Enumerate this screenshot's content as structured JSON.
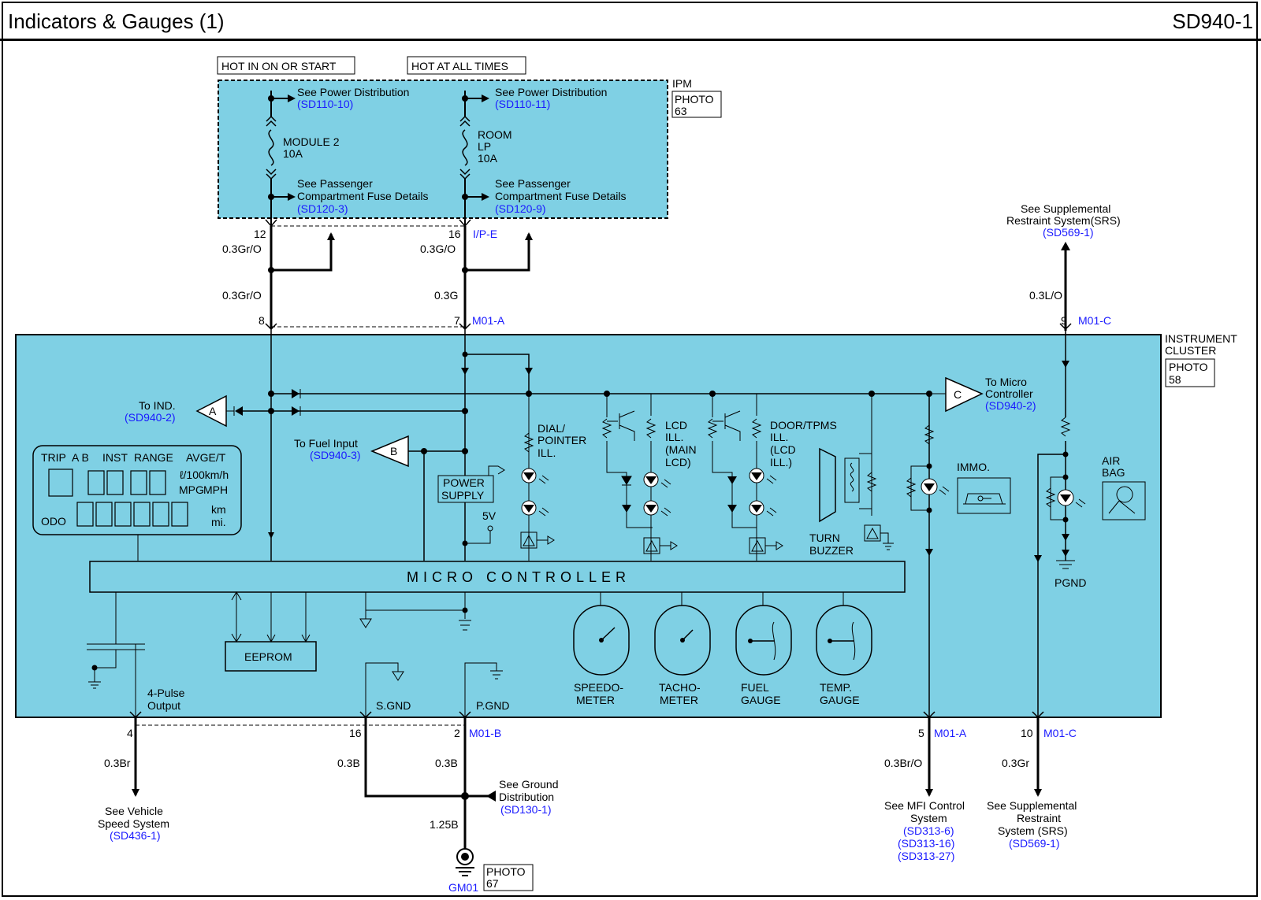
{
  "header": {
    "title": "Indicators & Gauges (1)",
    "code": "SD940-1"
  },
  "power_labels": {
    "hot_in_on": "HOT IN ON OR START",
    "hot_all": "HOT AT ALL TIMES"
  },
  "ipm": {
    "label": "IPM",
    "photo": "PHOTO",
    "photo_num": "63",
    "left": {
      "see_pd": "See Power Distribution",
      "pd_ref": "(SD110-10)",
      "fuse_name": "MODULE 2",
      "fuse_amp": "10A",
      "see_pc": "See Passenger",
      "pc2": "Compartment Fuse Details",
      "pc_ref": "(SD120-3)"
    },
    "right": {
      "see_pd": "See Power Distribution",
      "pd_ref": "(SD110-11)",
      "fuse_name": "ROOM",
      "fuse_name2": "LP",
      "fuse_amp": "10A",
      "see_pc": "See Passenger",
      "pc2": "Compartment Fuse Details",
      "pc_ref": "(SD120-9)"
    }
  },
  "connectors": {
    "pin12": "12",
    "pin16": "16",
    "ipe": "I/P-E",
    "pin8": "8",
    "pin7": "7",
    "m01a": "M01-A",
    "pin9": "9",
    "m01c": "M01-C",
    "pin4": "4",
    "pin16b": "16",
    "pin2": "2",
    "m01b": "M01-B",
    "pin5": "5",
    "m01a2": "M01-A",
    "pin10": "10",
    "m01c2": "M01-C"
  },
  "wires": {
    "w1": "0.3Gr/O",
    "w2": "0.3G/O",
    "w3": "0.3Gr/O",
    "w4": "0.3G",
    "w5": "0.3L/O",
    "w6": "0.3Br",
    "w7": "0.3B",
    "w8": "0.3B",
    "w9": "1.25B",
    "w10": "0.3Br/O",
    "w11": "0.3Gr"
  },
  "srs_top": {
    "l1": "See Supplemental",
    "l2": "Restraint System(SRS)",
    "ref": "(SD569-1)"
  },
  "cluster": {
    "label1": "INSTRUMENT",
    "label2": "CLUSTER",
    "photo": "PHOTO",
    "photo_num": "58",
    "to_ind": "To IND.",
    "to_ind_ref": "(SD940-2)",
    "conn_a": "A",
    "to_fuel": "To Fuel Input",
    "to_fuel_ref": "(SD940-3)",
    "conn_b": "B",
    "to_micro1": "To Micro",
    "to_micro2": "Controller",
    "to_micro_ref": "(SD940-2)",
    "conn_c": "C",
    "power_supply1": "POWER",
    "power_supply2": "SUPPLY",
    "v5": "5V",
    "dial1": "DIAL/",
    "dial2": "POINTER",
    "dial3": "ILL.",
    "lcd1": "LCD",
    "lcd2": "ILL.",
    "lcd3": "(MAIN",
    "lcd4": "LCD)",
    "door1": "DOOR/TPMS",
    "door2": "ILL.",
    "door3": "(LCD",
    "door4": "ILL.)",
    "turn1": "TURN",
    "turn2": "BUZZER",
    "immo": "IMMO.",
    "airbag1": "AIR",
    "airbag2": "BAG",
    "pgnd": "PGND",
    "micro": "MICRO   CONTROLLER",
    "eeprom": "EEPROM",
    "pulse1": "4-Pulse",
    "pulse2": "Output",
    "sgnd": "S.GND",
    "pgnd2": "P.GND",
    "lcd_trip": "TRIP",
    "lcd_ab": "A B",
    "lcd_inst": "INST",
    "lcd_range": "RANGE",
    "lcd_avge": "AVGE/T",
    "lcd_l100": "ℓ/100km/h",
    "lcd_mpg": "MPG",
    "lcd_mph": "MPH",
    "lcd_km": "km",
    "lcd_mi": "mi.",
    "lcd_odo": "ODO",
    "g1a": "SPEEDO-",
    "g1b": "METER",
    "g2a": "TACHO-",
    "g2b": "METER",
    "g3a": "FUEL",
    "g3b": "GAUGE",
    "g4a": "TEMP.",
    "g4b": "GAUGE"
  },
  "bottom": {
    "vss1": "See Vehicle",
    "vss2": "Speed System",
    "vss_ref": "(SD436-1)",
    "gd1": "See Ground",
    "gd2": "Distribution",
    "gd_ref": "(SD130-1)",
    "gm01": "GM01",
    "photo": "PHOTO",
    "photo_num": "67",
    "mfi1": "See MFI Control",
    "mfi2": "System",
    "mfi_ref1": "(SD313-6)",
    "mfi_ref2": "(SD313-16)",
    "mfi_ref3": "(SD313-27)",
    "srs1": "See Supplemental",
    "srs2": "Restraint",
    "srs3": "System (SRS)",
    "srs_ref": "(SD569-1)"
  }
}
